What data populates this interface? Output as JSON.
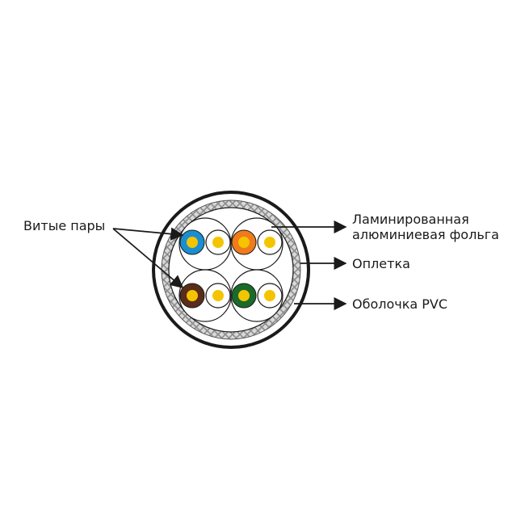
{
  "labels": {
    "twisted_pairs": "Витые пары",
    "foil_line1": "Ламинированная",
    "foil_line2": "алюминиевая фольга",
    "braid": "Оплетка",
    "jacket": "Оболочка PVC"
  },
  "colors": {
    "conductor": "#f5c400",
    "pair1": "#1a8fd0",
    "pair2": "#f07b1a",
    "pair3": "#5a2d1a",
    "pair4": "#1a6b2a",
    "outline": "#1a1a1a",
    "braid": "#a9a9a9"
  }
}
